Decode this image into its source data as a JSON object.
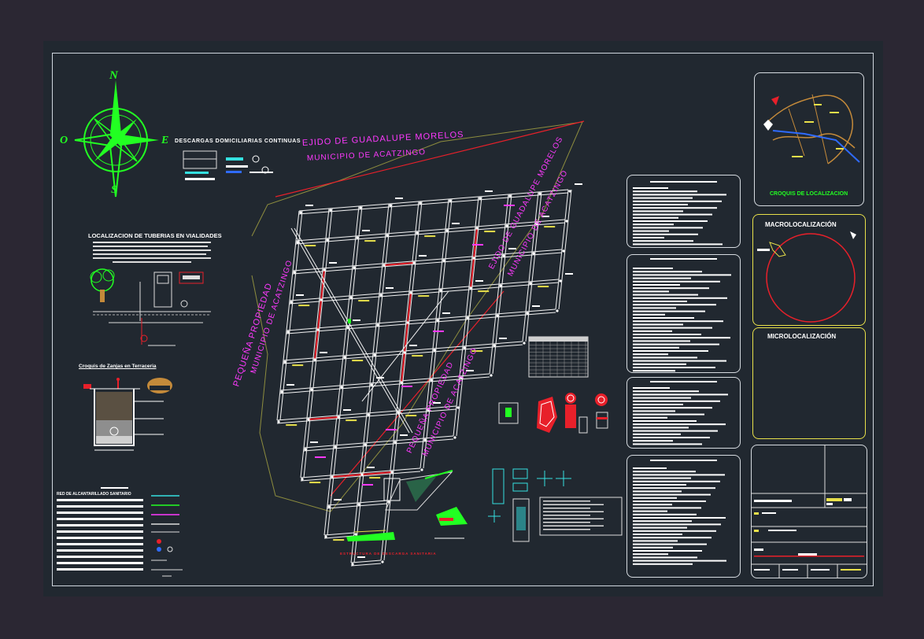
{
  "compass": {
    "north": "N",
    "south": "S",
    "east": "E",
    "west": "O"
  },
  "labels": {
    "descargas": "DESCARGAS DOMICILIARIAS CONTINUAS",
    "ejido_top_1": "EJIDO DE GUADALUPE MORELOS",
    "ejido_top_2": "MUNICIPIO DE ACATZINGO",
    "ejido_right_1": "EJIDO DE GUADALUPE MORELOS",
    "ejido_right_2": "MUNICIPIO DE ACATZINGO",
    "propiedad_left_1": "PEQUEÑA PROPIEDAD",
    "propiedad_left_2": "MUNICIPIO DE ACATZINGO",
    "propiedad_bottom_1": "PEQUEÑA PROPIEDAD",
    "propiedad_bottom_2": "MUNICIPIO DE ACATZINGO",
    "localizacion_tuberias": "LOCALIZACION DE TUBERIAS EN VIALIDADES",
    "croquis_zanjas": "Croquis de Zanjas en Terraceria",
    "simbologia_header": "RED DE ALCANTARILLADO SANITARIO",
    "estructura": "ESTRUCTURA DE DESCARGA SANITARIA",
    "croquis_localizacion": "CROQUIS DE LOCALIZACION",
    "macrolocalizacion": "MACROLOCALIZACIÓN",
    "microlocalizacion": "MICROLOCALIZACIÓN"
  },
  "colors": {
    "background": "#2b2733",
    "sheet": "#212830",
    "magenta": "#ff39ff",
    "green": "#22ff22",
    "red": "#e8202a",
    "yellow": "#e8e04a",
    "cyan": "#35e0e0"
  },
  "icons": {
    "compass": "compass-rose-icon",
    "tree": "tree-icon"
  }
}
